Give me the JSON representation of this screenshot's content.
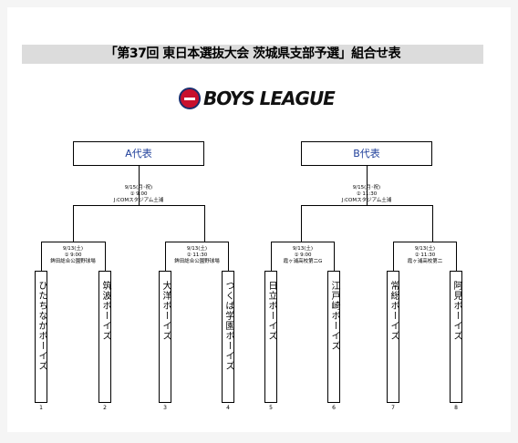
{
  "title": "「第37回 東日本選抜大会 茨城県支部予選」組合せ表",
  "logo": {
    "text": "BOYS LEAGUE",
    "icon": "boys-league-emblem"
  },
  "representatives": [
    {
      "label": "A代表"
    },
    {
      "label": "B代表"
    }
  ],
  "matches": {
    "final_a": {
      "date": "9/15(月･祝)",
      "time": "① 9:00",
      "venue": "J:COMスタジアム土浦"
    },
    "final_b": {
      "date": "9/15(月･祝)",
      "time": "② 11:30",
      "venue": "J:COMスタジアム土浦"
    },
    "semi_1": {
      "date": "9/13(土)",
      "time": "① 9:00",
      "venue": "鉾田総合公園野球場"
    },
    "semi_2": {
      "date": "9/13(土)",
      "time": "② 11:30",
      "venue": "鉾田総合公園野球場"
    },
    "semi_3": {
      "date": "9/13(土)",
      "time": "① 9:00",
      "venue": "霞ヶ浦高校第二G"
    },
    "semi_4": {
      "date": "9/13(土)",
      "time": "② 11:30",
      "venue": "霞ヶ浦高校第二"
    }
  },
  "teams": [
    {
      "number": "1",
      "name": "ひたちなかボーイズ"
    },
    {
      "number": "2",
      "name": "筑波ボーイズ"
    },
    {
      "number": "3",
      "name": "大洋ボーイズ"
    },
    {
      "number": "4",
      "name": "つくば学園ボーイズ"
    },
    {
      "number": "5",
      "name": "日立ボーイズ"
    },
    {
      "number": "6",
      "name": "江戸崎ボーイズ"
    },
    {
      "number": "7",
      "name": "常総ボーイズ"
    },
    {
      "number": "8",
      "name": "阿見ボーイズ"
    }
  ]
}
